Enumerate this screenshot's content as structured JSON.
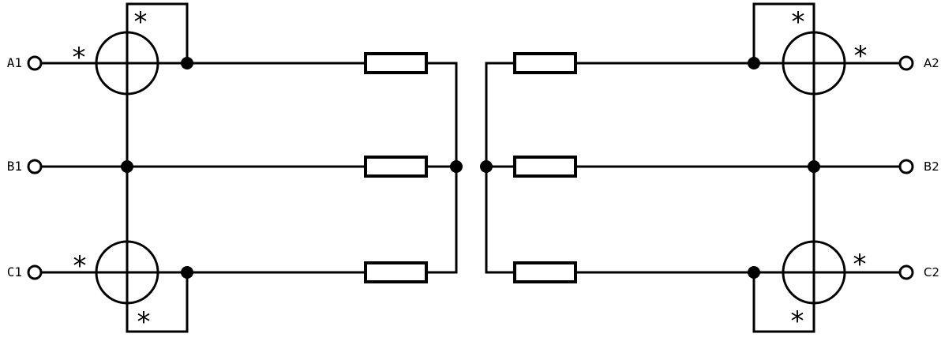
{
  "colors": {
    "background": "#ffffff",
    "line": "#000000"
  },
  "polarity_mark": "*",
  "terminals": {
    "left": [
      {
        "label": "A1"
      },
      {
        "label": "B1"
      },
      {
        "label": "C1"
      }
    ],
    "right": [
      {
        "label": "A2"
      },
      {
        "label": "B2"
      },
      {
        "label": "C2"
      }
    ]
  }
}
